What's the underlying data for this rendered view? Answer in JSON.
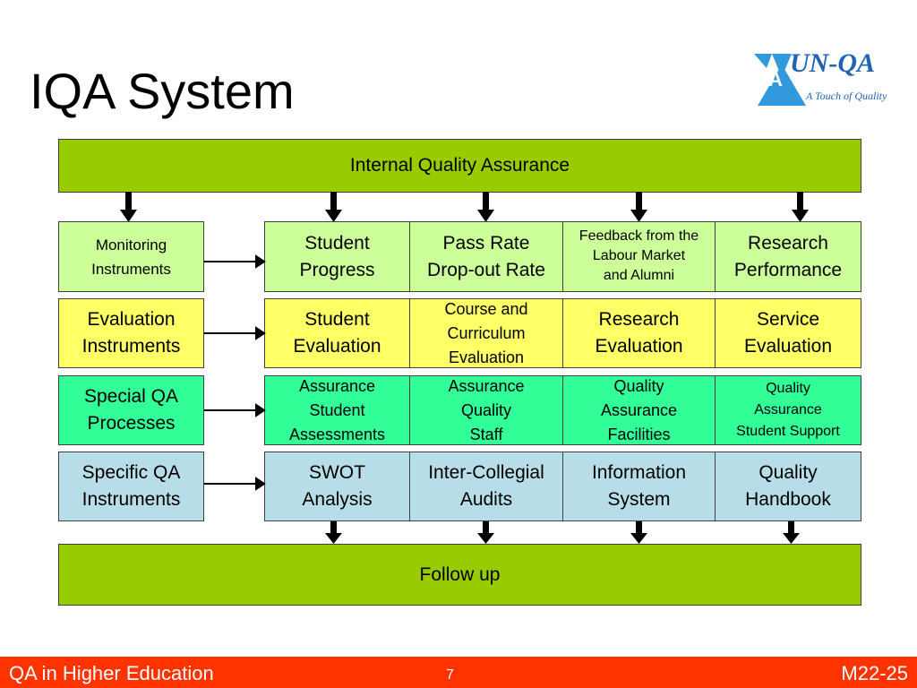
{
  "title": "IQA System",
  "logo": {
    "letter_a": "A",
    "text": "UN-QA",
    "tagline": "A Touch of Quality"
  },
  "top_bar": "Internal Quality Assurance",
  "rows": [
    {
      "instrument": "Monitoring\nInstruments",
      "items": [
        "Student\nProgress",
        "Pass Rate\nDrop-out Rate",
        "Feedback from the\nLabour Market\nand Alumni",
        "Research\nPerformance"
      ]
    },
    {
      "instrument": "Evaluation\nInstruments",
      "items": [
        "Student\nEvaluation",
        "Course and\nCurriculum\nEvaluation",
        "Research\nEvaluation",
        "Service\nEvaluation"
      ]
    },
    {
      "instrument": "Special QA\nProcesses",
      "items": [
        "Assurance\nStudent\nAssessments",
        "Assurance\nQuality\nStaff",
        "Quality\nAssurance\nFacilities",
        "Quality\nAssurance\nStudent Support"
      ]
    },
    {
      "instrument": "Specific QA\nInstruments",
      "items": [
        "SWOT\nAnalysis",
        "Inter-Collegial\nAudits",
        "Information\nSystem",
        "Quality\nHandbook"
      ]
    }
  ],
  "bottom_bar": "Follow up",
  "footer": {
    "left": "QA in Higher Education",
    "page": "7",
    "right": "M22-25"
  },
  "colors": {
    "bar_green": "#99cc00",
    "row1": "#ccff99",
    "row2": "#ffff66",
    "row3": "#33ff99",
    "row4": "#b7dde8",
    "footer": "#ff3300",
    "logo_blue": "#1e64b4"
  }
}
